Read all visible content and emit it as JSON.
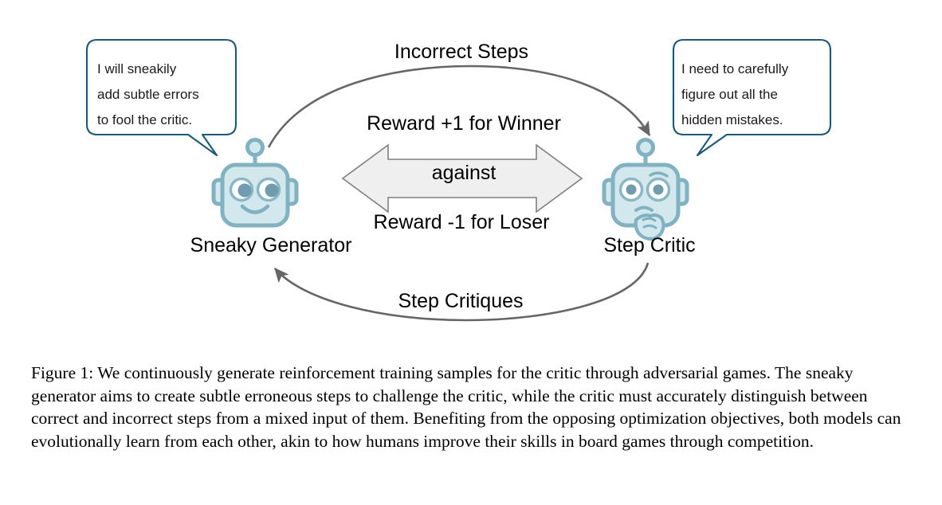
{
  "figure": {
    "diagram": {
      "flow_labels": {
        "top_arrow": "Incorrect Steps",
        "bottom_arrow": "Step Critiques"
      },
      "center_arrow": {
        "top_label": "Reward +1 for Winner",
        "middle_label": "against",
        "bottom_label": "Reward -1 for Loser",
        "fill_color": "#efefef",
        "stroke_color": "#808080"
      },
      "agents": [
        {
          "id": "sneaky-generator",
          "label": "Sneaky Generator",
          "icon": "robot-smiling-icon",
          "body_fill": "#d3e8ec",
          "body_stroke": "#7fb2c2",
          "speech_bubble": {
            "lines": [
              "I will sneakily",
              "add subtle errors",
              "to fool the critic."
            ],
            "border_color": "#19597a",
            "fill_color": "#ffffff"
          }
        },
        {
          "id": "step-critic",
          "label": "Step Critic",
          "icon": "robot-thinking-icon",
          "body_fill": "#d3e8ec",
          "body_stroke": "#7fb2c2",
          "speech_bubble": {
            "lines": [
              "I need to carefully",
              "figure out all the",
              "hidden mistakes."
            ],
            "border_color": "#19597a",
            "fill_color": "#ffffff"
          }
        }
      ],
      "curve_stroke_color": "#666666"
    },
    "caption": "Figure 1: We continuously generate reinforcement training samples for the critic through adversarial games. The sneaky generator aims to create subtle erroneous steps to challenge the critic, while the critic must accurately distinguish between correct and incorrect steps from a mixed input of them. Benefiting from the opposing optimization objectives, both models can evolutionally learn from each other, akin to how humans improve their skills in board games through competition."
  }
}
